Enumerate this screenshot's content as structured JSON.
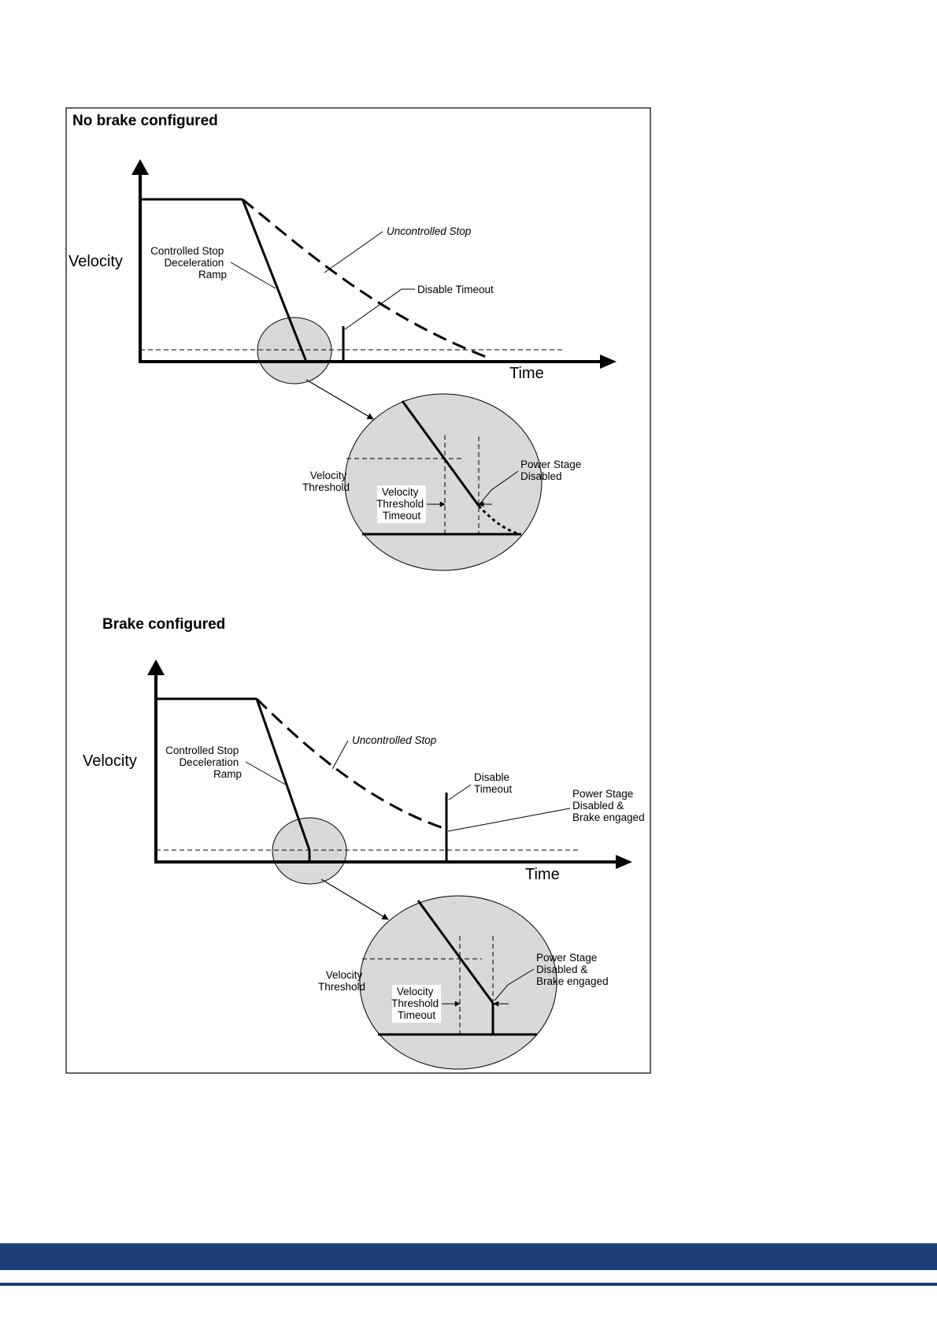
{
  "colors": {
    "footer_band": "#1d3f78",
    "zoom_fill": "#d9d9d9"
  },
  "diagram_top": {
    "title": "No brake configured",
    "y_axis_label": "Velocity",
    "x_axis_label": "Time",
    "ramp_label": [
      "Controlled Stop",
      "Deceleration",
      "Ramp"
    ],
    "uncontrolled_label": "Uncontrolled Stop",
    "disable_timeout_label": "Disable Timeout",
    "zoom": {
      "velocity_threshold_label": [
        "Velocity",
        "Threshold"
      ],
      "threshold_timeout_label": [
        "Velocity",
        "Threshold",
        "Timeout"
      ],
      "power_stage_label": [
        "Power Stage",
        "Disabled"
      ]
    }
  },
  "diagram_bottom": {
    "title": "Brake configured",
    "y_axis_label": "Velocity",
    "x_axis_label": "Time",
    "ramp_label": [
      "Controlled Stop",
      "Deceleration",
      "Ramp"
    ],
    "uncontrolled_label": "Uncontrolled Stop",
    "disable_timeout_label": [
      "Disable",
      "Timeout"
    ],
    "power_stage_brake_label": [
      "Power Stage",
      "Disabled &",
      "Brake engaged"
    ],
    "zoom": {
      "velocity_threshold_label": [
        "Velocity",
        "Threshold"
      ],
      "threshold_timeout_label": [
        "Velocity",
        "Threshold",
        "Timeout"
      ],
      "power_stage_label": [
        "Power Stage",
        "Disabled &",
        "Brake engaged"
      ]
    }
  }
}
